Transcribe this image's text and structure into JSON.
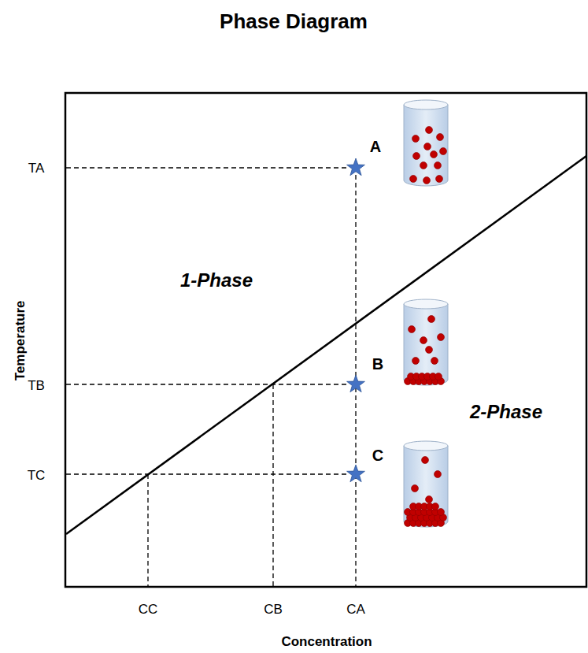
{
  "diagram": {
    "title": "Phase Diagram",
    "labels": [
      "1-Phase",
      "2-Phase",
      "A",
      "B",
      "C",
      "TA",
      "TB",
      "TC",
      "CC",
      "CB",
      "CA",
      "Temperature",
      "Concentration"
    ]
  }
}
